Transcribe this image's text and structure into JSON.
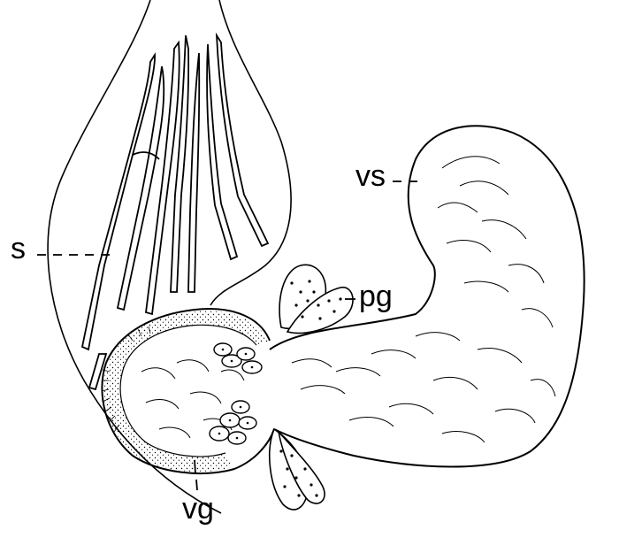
{
  "labels": {
    "s": "s",
    "vs": "vs",
    "pg": "pg",
    "vg": "vg"
  },
  "colors": {
    "ink": "#000000",
    "paper": "#ffffff"
  }
}
